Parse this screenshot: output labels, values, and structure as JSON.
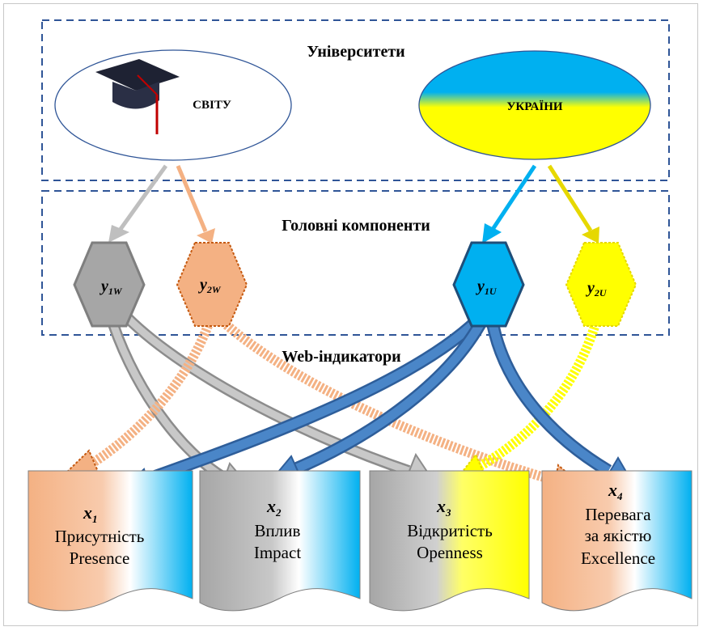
{
  "regions": {
    "universities_title": "Університети",
    "components_title": "Головні компоненти",
    "indicators_title": "Web-індикатори"
  },
  "universities": {
    "world": {
      "label": "СВІТУ",
      "icon": "graduation-cap-icon"
    },
    "ukraine": {
      "label": "УКРАЇНИ",
      "colors": [
        "#00B0F0",
        "#FFFF00"
      ]
    }
  },
  "components": [
    {
      "var": "y",
      "sub": "1W",
      "color": "#A6A6A6"
    },
    {
      "var": "y",
      "sub": "2W",
      "color": "#F4B183"
    },
    {
      "var": "y",
      "sub": "1U",
      "color": "#00B0F0"
    },
    {
      "var": "y",
      "sub": "2U",
      "color": "#FFFF00"
    }
  ],
  "indicators": [
    {
      "var": "x",
      "sub": "1",
      "ua": "Присутність",
      "en": "Presence",
      "color": "#F4B183"
    },
    {
      "var": "x",
      "sub": "2",
      "ua": "Вплив",
      "en": "Impact",
      "color": "#A6A6A6"
    },
    {
      "var": "x",
      "sub": "3",
      "ua": "Відкритість",
      "en": "Openness",
      "color": "#FFFF00"
    },
    {
      "var": "x",
      "sub": "4",
      "ua": "Перевага",
      "ua2": "за якістю",
      "en": "Excellence",
      "color": "#F4B183"
    }
  ],
  "colors": {
    "dashed_border": "#2F5597",
    "blue_arrow": "#4A86C8",
    "gray_arrow": "#A6A6A6",
    "orange_arrow": "#F4B183",
    "yellow_arrow": "#FFFF00",
    "doc_blue": "#00B0F0"
  }
}
